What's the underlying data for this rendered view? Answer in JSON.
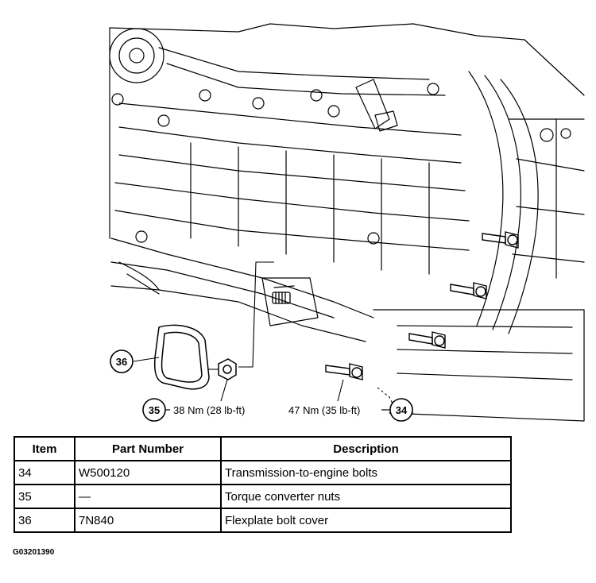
{
  "callouts": {
    "c36": {
      "number": "36"
    },
    "c35": {
      "number": "35",
      "torque": "38 Nm (28 lb-ft)"
    },
    "c34": {
      "number": "34",
      "torque": "47 Nm (35 lb-ft)"
    }
  },
  "table": {
    "headers": [
      "Item",
      "Part Number",
      "Description"
    ],
    "rows": [
      {
        "item": "34",
        "part_number": "W500120",
        "description": "Transmission-to-engine bolts"
      },
      {
        "item": "35",
        "part_number": "—",
        "description": "Torque converter nuts"
      },
      {
        "item": "36",
        "part_number": "7N840",
        "description": "Flexplate bolt cover"
      }
    ]
  },
  "figure_code": "G03201390"
}
